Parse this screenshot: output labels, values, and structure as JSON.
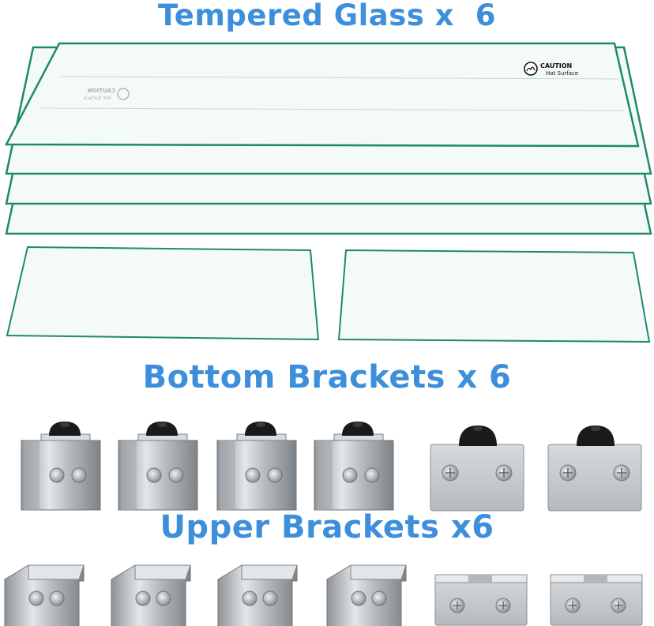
{
  "headings": {
    "glass": "Tempered Glass x  6",
    "bottom": "Bottom Brackets x 6",
    "upper": "Upper Brackets x6"
  },
  "caution": {
    "title": "CAUTION",
    "subtitle": "Hot Surface"
  },
  "colors": {
    "heading": "#3d8fdc",
    "glass_edge": "#1e8a6a",
    "glass_fill": "#f4faf9",
    "metal": "#c9ccd0",
    "rubber": "#1a1a1a"
  }
}
